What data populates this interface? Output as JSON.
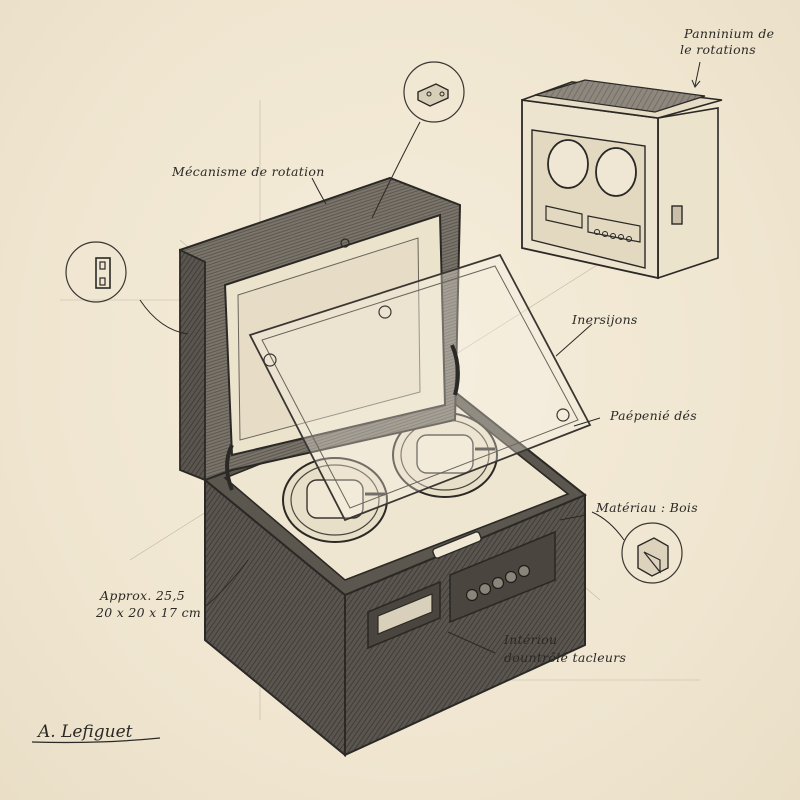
{
  "sheet": {
    "background": "#f1e8d3",
    "ink": "#2b2926",
    "title": "Watch winder box sketch"
  },
  "annotations": {
    "top_right_1": "Panninium de",
    "top_right_2": "le rotations",
    "mechanism": "Mécanisme de rotation",
    "inversions": "Inersijons",
    "pre_dial": "Paépenié dés",
    "material": "Matériau : Bois",
    "dims_1": "Approx. 25,5",
    "dims_2": "20 x 20 x 17 cm",
    "interior_1": "Intériou",
    "interior_2": "dountrôlé tacleurs"
  },
  "signature": "A. Lefiguet",
  "detail_callouts": [
    {
      "name": "hinge-detail",
      "icon": "hinge-plate-icon"
    },
    {
      "name": "latch-detail",
      "icon": "latch-bracket-icon"
    },
    {
      "name": "corner-joint-detail",
      "icon": "wood-joint-icon"
    }
  ],
  "main_box": {
    "winder_count": 2,
    "control_buttons": 5,
    "display": "lcd-display"
  },
  "inset_box": {
    "winder_count": 2,
    "control_buttons": 5
  }
}
